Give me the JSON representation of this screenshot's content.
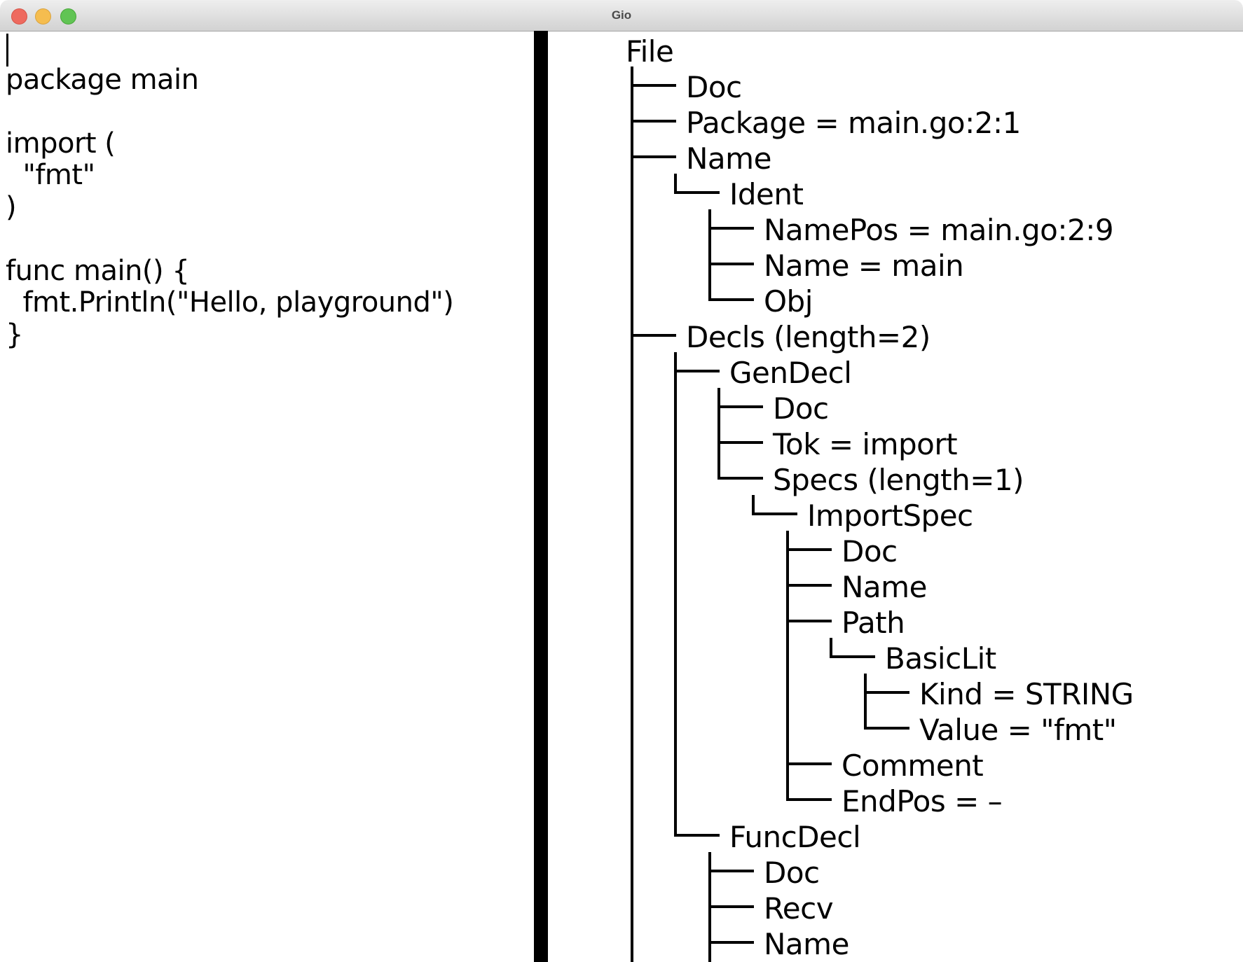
{
  "window": {
    "title": "Gio"
  },
  "traffic_lights": {
    "close": "close",
    "minimize": "minimize",
    "maximize": "maximize"
  },
  "editor": {
    "lines": [
      "",
      "package main",
      "",
      "import (",
      "\t\"fmt\"",
      ")",
      "",
      "func main() {",
      "\tfmt.Println(\"Hello, playground\")",
      "}"
    ]
  },
  "ast": {
    "root": {
      "label": "File",
      "truncated": true,
      "children": [
        {
          "label": "Doc"
        },
        {
          "label": "Package = main.go:2:1"
        },
        {
          "label": "Name",
          "children": [
            {
              "label": "Ident",
              "last": true,
              "children": [
                {
                  "label": "NamePos = main.go:2:9"
                },
                {
                  "label": "Name = main"
                },
                {
                  "label": "Obj",
                  "last": true
                }
              ]
            }
          ]
        },
        {
          "label": "Decls (length=2)",
          "children": [
            {
              "label": "GenDecl",
              "children": [
                {
                  "label": "Doc"
                },
                {
                  "label": "Tok = import"
                },
                {
                  "label": "Specs (length=1)",
                  "last": true,
                  "children": [
                    {
                      "label": "ImportSpec",
                      "last": true,
                      "children": [
                        {
                          "label": "Doc"
                        },
                        {
                          "label": "Name"
                        },
                        {
                          "label": "Path",
                          "children": [
                            {
                              "label": "BasicLit",
                              "last": true,
                              "children": [
                                {
                                  "label": "Kind = STRING"
                                },
                                {
                                  "label": "Value = \"fmt\"",
                                  "last": true
                                }
                              ]
                            }
                          ]
                        },
                        {
                          "label": "Comment"
                        },
                        {
                          "label": "EndPos = –",
                          "last": true
                        }
                      ]
                    }
                  ]
                }
              ]
            },
            {
              "label": "FuncDecl",
              "last": true,
              "truncated": true,
              "children": [
                {
                  "label": "Doc"
                },
                {
                  "label": "Recv"
                },
                {
                  "label": "Name"
                }
              ]
            }
          ]
        }
      ]
    }
  }
}
